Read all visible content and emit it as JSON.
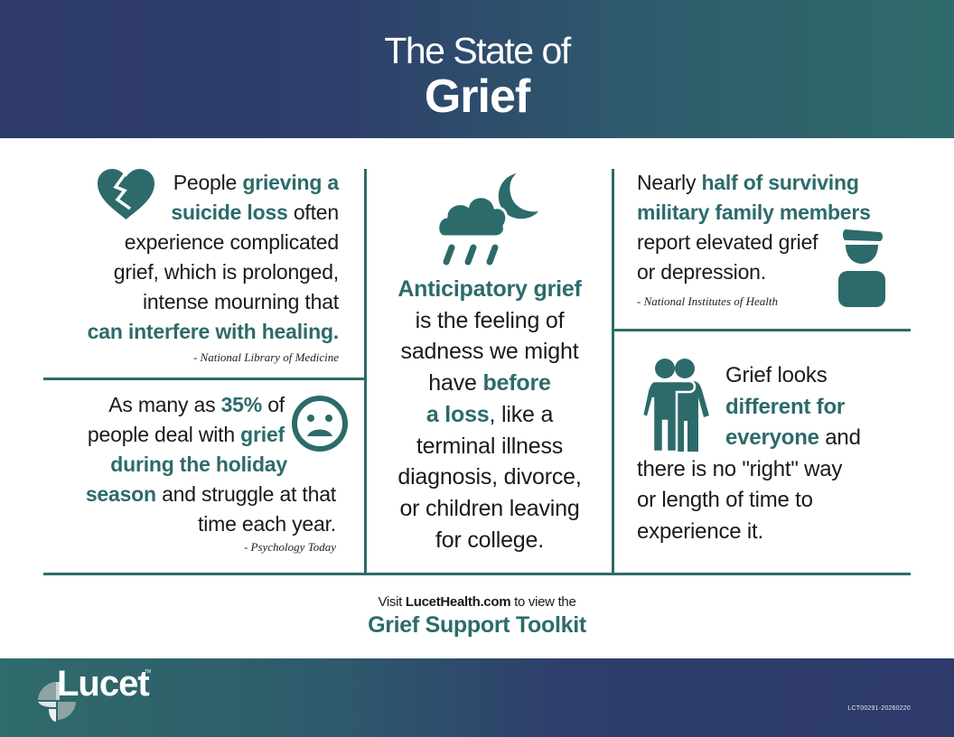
{
  "header": {
    "title_line1": "The State of",
    "title_line2": "Grief"
  },
  "colors": {
    "teal": "#2c6b6a",
    "navy": "#2d3a6b",
    "text": "#1a1a1a"
  },
  "panels": {
    "suicide_loss": {
      "icon": "broken-heart-icon",
      "lines": [
        {
          "parts": [
            {
              "t": "People ",
              "hl": false
            },
            {
              "t": "grieving a",
              "hl": true
            }
          ]
        },
        {
          "parts": [
            {
              "t": "suicide loss",
              "hl": true
            },
            {
              "t": " often",
              "hl": false
            }
          ]
        },
        {
          "parts": [
            {
              "t": "experience complicated",
              "hl": false
            }
          ]
        },
        {
          "parts": [
            {
              "t": "grief, which is prolonged,",
              "hl": false
            }
          ]
        },
        {
          "parts": [
            {
              "t": "intense mourning that",
              "hl": false
            }
          ]
        },
        {
          "parts": [
            {
              "t": "can interfere with healing.",
              "hl": true
            }
          ]
        }
      ],
      "source": "- National Library of Medicine"
    },
    "holiday": {
      "icon": "sad-face-icon",
      "lines": [
        {
          "parts": [
            {
              "t": "As many as ",
              "hl": false
            },
            {
              "t": "35%",
              "hl": true
            },
            {
              "t": " of",
              "hl": false
            }
          ]
        },
        {
          "parts": [
            {
              "t": "people deal with ",
              "hl": false
            },
            {
              "t": "grief",
              "hl": true
            }
          ]
        },
        {
          "parts": [
            {
              "t": "during the holiday",
              "hl": true
            }
          ]
        },
        {
          "parts": [
            {
              "t": "season",
              "hl": true
            },
            {
              "t": " and struggle at that",
              "hl": false
            }
          ]
        },
        {
          "parts": [
            {
              "t": "time each year.",
              "hl": false
            }
          ]
        }
      ],
      "source": "- Psychology Today"
    },
    "anticipatory": {
      "icon": "rain-cloud-moon-icon",
      "lines": [
        {
          "parts": [
            {
              "t": "Anticipatory grief",
              "hl": true
            }
          ]
        },
        {
          "parts": [
            {
              "t": "is the feeling of",
              "hl": false
            }
          ]
        },
        {
          "parts": [
            {
              "t": "sadness we might",
              "hl": false
            }
          ]
        },
        {
          "parts": [
            {
              "t": "have ",
              "hl": false
            },
            {
              "t": "before",
              "hl": true
            }
          ]
        },
        {
          "parts": [
            {
              "t": "a loss",
              "hl": true
            },
            {
              "t": ", like a",
              "hl": false
            }
          ]
        },
        {
          "parts": [
            {
              "t": "terminal illness",
              "hl": false
            }
          ]
        },
        {
          "parts": [
            {
              "t": "diagnosis, divorce,",
              "hl": false
            }
          ]
        },
        {
          "parts": [
            {
              "t": "or children leaving",
              "hl": false
            }
          ]
        },
        {
          "parts": [
            {
              "t": "for college.",
              "hl": false
            }
          ]
        }
      ]
    },
    "military": {
      "icon": "soldier-icon",
      "lines": [
        {
          "parts": [
            {
              "t": "Nearly ",
              "hl": false
            },
            {
              "t": "half of surviving",
              "hl": true
            }
          ]
        },
        {
          "parts": [
            {
              "t": "military family members",
              "hl": true
            }
          ]
        },
        {
          "parts": [
            {
              "t": "report elevated grief",
              "hl": false
            }
          ]
        },
        {
          "parts": [
            {
              "t": "or depression.",
              "hl": false
            }
          ]
        }
      ],
      "source": "- National Institutes of Health"
    },
    "different": {
      "icon": "two-people-icon",
      "lines": [
        {
          "parts": [
            {
              "t": "Grief looks",
              "hl": false
            }
          ]
        },
        {
          "parts": [
            {
              "t": "different for",
              "hl": true
            }
          ]
        },
        {
          "parts": [
            {
              "t": "everyone",
              "hl": true
            },
            {
              "t": " and",
              "hl": false
            }
          ]
        },
        {
          "parts": [
            {
              "t": "there is no \"right\" way",
              "hl": false
            }
          ]
        },
        {
          "parts": [
            {
              "t": "or length of time to",
              "hl": false
            }
          ]
        },
        {
          "parts": [
            {
              "t": "experience it.",
              "hl": false
            }
          ]
        }
      ]
    }
  },
  "cta": {
    "prefix": "Visit ",
    "link": "LucetHealth.com",
    "suffix": " to view the",
    "title": "Grief Support Toolkit"
  },
  "footer": {
    "logo_text": "Lucet",
    "logo_tm": "TM",
    "doc_code": "LCT00291-20260220"
  }
}
